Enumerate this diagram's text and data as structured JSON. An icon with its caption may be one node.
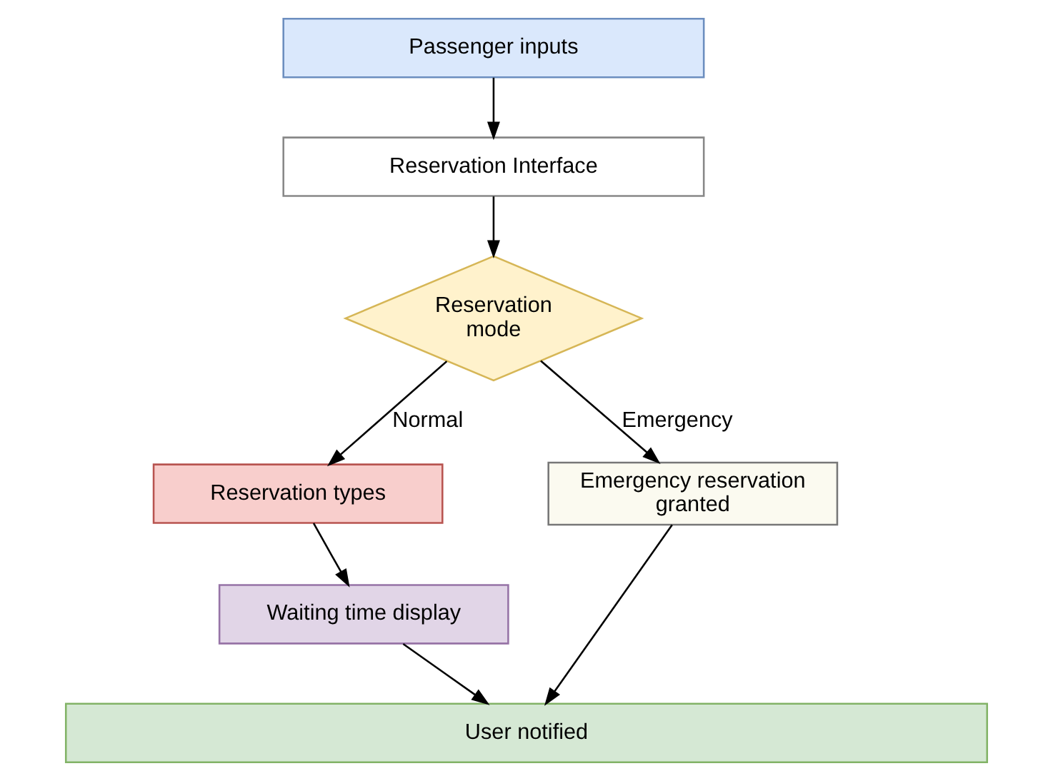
{
  "diagram": {
    "nodes": [
      {
        "text": [
          "Passenger inputs"
        ]
      },
      {
        "text": [
          "Reservation Interface"
        ]
      },
      {
        "text": [
          "Reservation mode"
        ]
      },
      {
        "text": [
          "Reservation types"
        ]
      },
      {
        "text": [
          "Emergency reservation granted"
        ]
      },
      {
        "text": [
          "Waiting time display"
        ]
      },
      {
        "text": [
          "User notified"
        ]
      }
    ],
    "edges": [
      {
        "from": 0,
        "to": 1,
        "arrow": "to"
      },
      {
        "from": 1,
        "to": 2,
        "arrow": "to"
      },
      {
        "from": 2,
        "to": 3,
        "arrow": "to",
        "label": "Normal"
      },
      {
        "from": 2,
        "to": 4,
        "arrow": "to",
        "label": "Emergency"
      },
      {
        "from": 3,
        "to": 5,
        "arrow": "to"
      },
      {
        "from": 5,
        "to": 6,
        "arrow": "to"
      },
      {
        "from": 4,
        "to": 6,
        "arrow": "to"
      }
    ]
  }
}
